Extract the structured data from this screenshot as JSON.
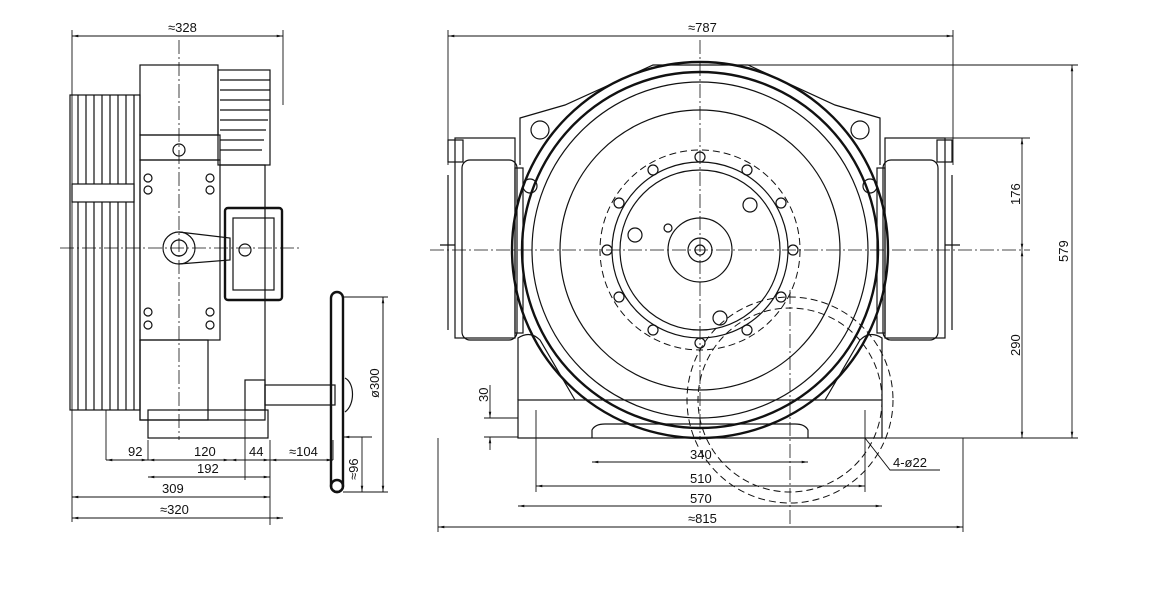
{
  "side_view": {
    "dims": {
      "overall_width": "≈328",
      "d92": "92",
      "d120": "120",
      "d44": "44",
      "d104": "≈104",
      "d192": "192",
      "d309": "309",
      "d320": "≈320",
      "handwheel_diameter": "ø300",
      "d96": "≈96"
    }
  },
  "front_view": {
    "dims": {
      "overall_width": "≈787",
      "d176": "176",
      "d579": "579",
      "d290": "290",
      "d30": "30",
      "d340": "340",
      "d510": "510",
      "d570": "570",
      "d815": "≈815",
      "holes": "4-ø22"
    }
  }
}
